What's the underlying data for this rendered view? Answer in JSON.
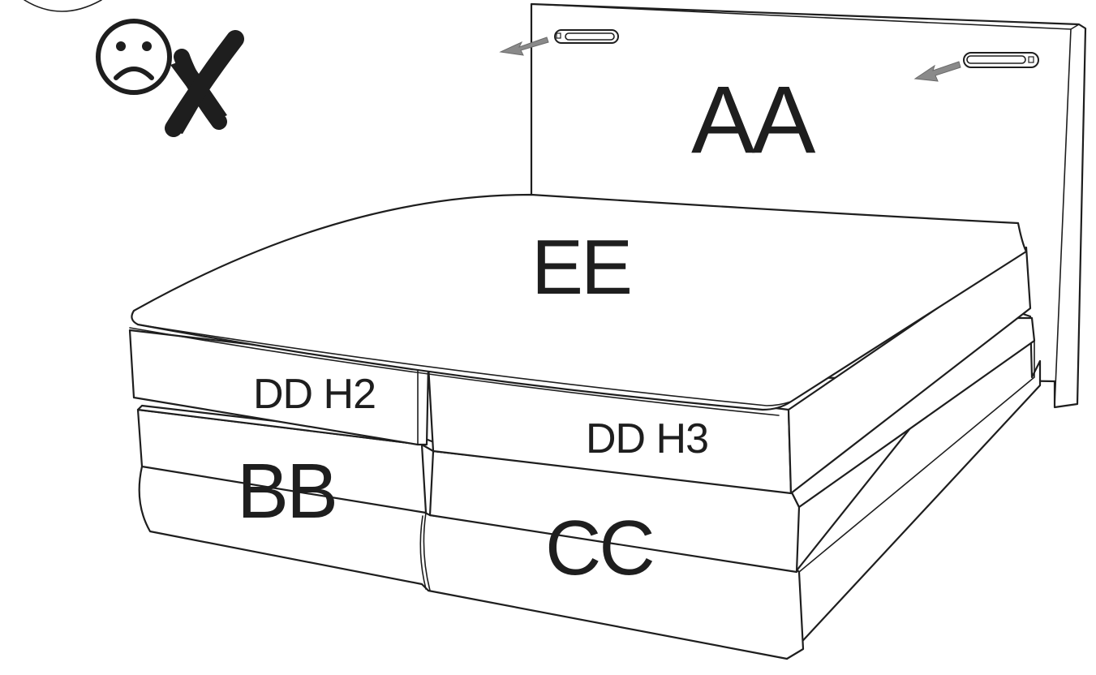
{
  "diagram": {
    "labels": {
      "headboard": "AA",
      "base_left": "BB",
      "base_right": "CC",
      "mattress_left": "DD H2",
      "mattress_right": "DD H3",
      "topper": "EE"
    },
    "status": {
      "face_icon": "sad-face-icon",
      "mark_icon": "cross-mark-icon",
      "meaning": "incorrect"
    },
    "colors": {
      "line": "#1e1e1e",
      "arrow": "#8a8a8a",
      "background": "#ffffff"
    }
  }
}
